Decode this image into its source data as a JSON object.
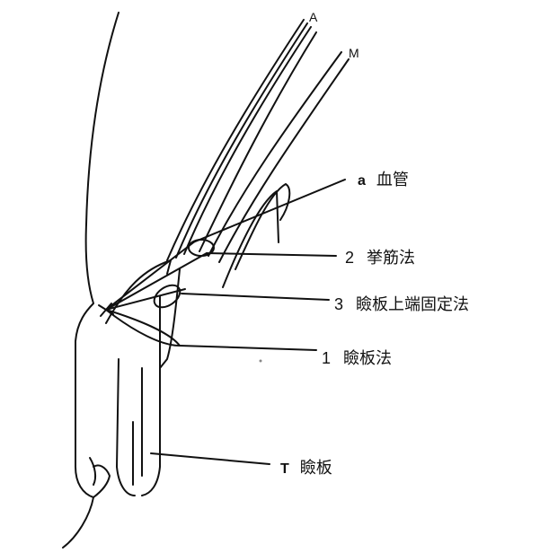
{
  "figure": {
    "top_labels": {
      "a": "A",
      "m": "M"
    },
    "callouts": [
      {
        "key": "a",
        "number": "a",
        "text": "血管"
      },
      {
        "key": "2",
        "number": "2",
        "text": "挙筋法"
      },
      {
        "key": "3",
        "number": "3",
        "text": "瞼板上端固定法"
      },
      {
        "key": "1",
        "number": "1",
        "text": "瞼板法"
      },
      {
        "key": "t",
        "number": "T",
        "text": "瞼板"
      }
    ]
  }
}
